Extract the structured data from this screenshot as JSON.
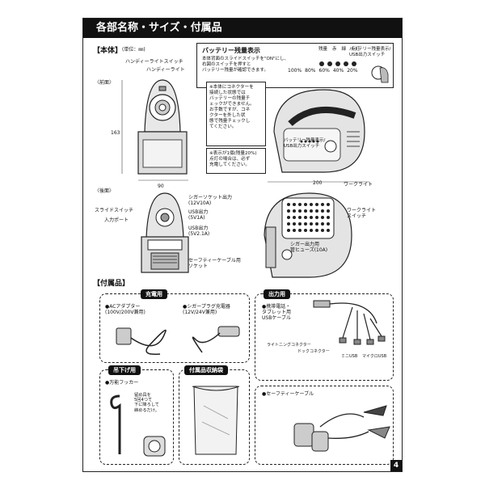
{
  "banner": "各部名称・サイズ・付属品",
  "main_section": {
    "title": "【本体】",
    "unit": "(単位：㎜)",
    "front_label": "〈前面〉",
    "back_label": "〈後面〉",
    "height_dim": "163",
    "width_dim": "90",
    "depth_dim": "200",
    "handy_light_switch": "ハンディーライトスイッチ",
    "handy_light": "ハンディーライト",
    "slide_switch": "スライドスイッチ",
    "input_port": "入力ポート",
    "cigar_out": "シガーソケット出力\n(12V10A)",
    "usb_out_1": "USB出力\n(5V1A)",
    "usb_out_2": "USB出力\n(5V2.1A)",
    "safety_cable_socket": "セーフティーケーブル用\nソケット",
    "work_light": "ワークライト",
    "work_light_switch": "ワークライト\nスイッチ",
    "cigar_fuse": "シガー出力用\n管ヒューズ(10A)"
  },
  "battery_box": {
    "title": "バッテリー残量表示",
    "text": "本体背面のスライドスイッチを\"ON\"にし、\n右図のスイッチを押すと\nバッテリー残量が確認できます。",
    "led_labels": [
      "残量",
      "赤",
      "緑",
      "点灯"
    ],
    "levels": [
      "100%",
      "80%",
      "60%",
      "40%",
      "20%"
    ],
    "switch_label": "バッテリー残量表示/\nUSB出力スイッチ"
  },
  "notes": {
    "note1": "※本体にコネクターを\n接続した状態では\nバッテリーの残量チ\nェックができません。\nお手数ですが、コネ\nクターを外した状\n態で残量チェックし\nてください。",
    "note2": "※表示が1個(残量20%)\n点灯の場合は、必ず\n充電してください。",
    "indicator_label": "バッテリー残量表示/\nUSB出力スイッチ"
  },
  "accessories": {
    "title": "【付属品】",
    "charge": {
      "badge": "充電用",
      "ac_adapter": "●ACアダプター\n(100V/200V兼用)",
      "cigar_charger": "●シガープラグ充電器\n(12V/24V兼用)"
    },
    "output": {
      "badge": "出力用",
      "cable": "●携帯電話・\nタブレット用\nUSBケーブル",
      "lightning": "ライトニングコネクター",
      "dock": "ドックコネクター",
      "mini_usb": "ミニUSB",
      "micro_usb": "マイクロUSB"
    },
    "hanging": {
      "badge": "吊下げ用",
      "hook": "●万能フッカー",
      "hook_text": "留め具を\n5回4つて\n下に降ろして\n締めるだけ。"
    },
    "bag": {
      "badge": "付属品収納袋"
    },
    "safety": {
      "cable": "●セーフティーケーブル"
    }
  },
  "page_number": "4"
}
